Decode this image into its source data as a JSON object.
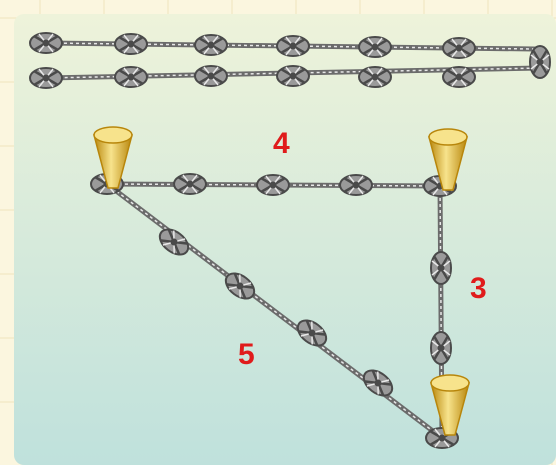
{
  "labels": {
    "top": "4",
    "right": "3",
    "hypotenuse": "5"
  },
  "colors": {
    "page_background": "#fbf6df",
    "grid_line": "#efe4bd",
    "panel_top": "#eef3da",
    "panel_bottom": "#bfe1dc",
    "rope": "#6b6b6b",
    "rope_highlight": "#e8e8e8",
    "knot": "#9a9a9a",
    "knot_dark": "#4a4a4a",
    "stake_light": "#f7e38c",
    "stake_dark": "#b8860b",
    "label": "#e01b1b"
  },
  "icons": {
    "knot": "rope-knot-icon",
    "stake": "wooden-stake-icon"
  }
}
